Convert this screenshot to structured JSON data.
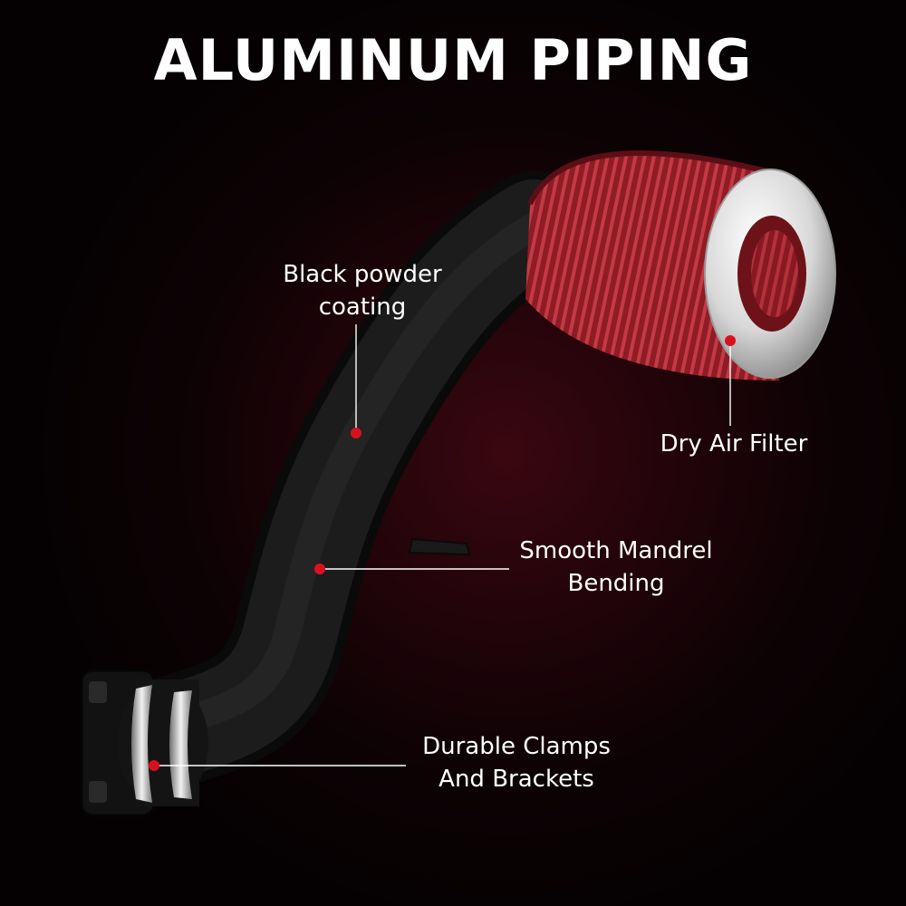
{
  "title": "ALUMINUM PIPING",
  "colors": {
    "accent_dot": "#d9111f",
    "filter_red": "#a8232e",
    "pipe_black": "#161616",
    "text": "#ffffff"
  },
  "callouts": [
    {
      "id": "powder",
      "lines": [
        "Black powder",
        "coating"
      ]
    },
    {
      "id": "filter",
      "lines": [
        "Dry Air Filter"
      ]
    },
    {
      "id": "mandrel",
      "lines": [
        "Smooth Mandrel",
        "Bending"
      ]
    },
    {
      "id": "clamps",
      "lines": [
        "Durable Clamps",
        "And Brackets"
      ]
    }
  ]
}
